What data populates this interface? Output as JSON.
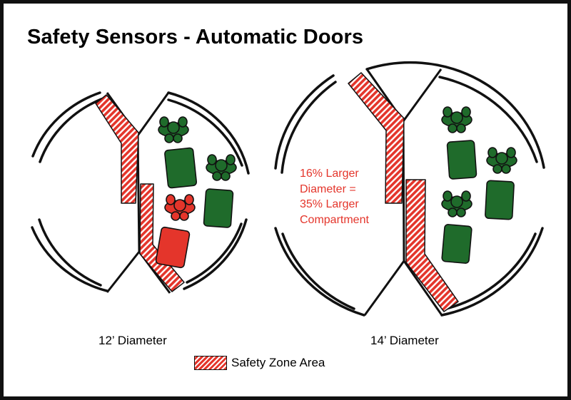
{
  "title": "Safety Sensors - Automatic Doors",
  "doors": [
    {
      "caption": "12’ Diameter"
    },
    {
      "caption": "14’ Diameter"
    }
  ],
  "annotation": "16% Larger\nDiameter =\n35% Larger\nCompartment",
  "legend": {
    "label": "Safety Zone Area"
  },
  "colors": {
    "safety_zone": "#e4352b",
    "person_standard": "#1f6b2b",
    "person_in_zone": "#e4352b",
    "annotation_text": "#e4352b",
    "outline": "#111111"
  },
  "icons": [
    "hatched-safety-zone",
    "person-top-view",
    "luggage-cart"
  ]
}
